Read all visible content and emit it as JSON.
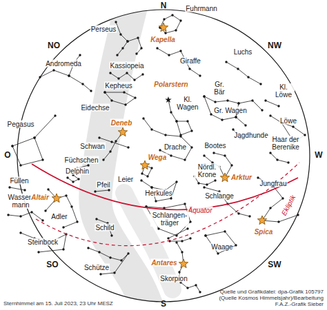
{
  "diagram": {
    "caption": "Sternhimmel am 15. Juli 2023, 23 Uhr MESZ",
    "labels": [
      "N",
      "Fuhrmann",
      "Perseus",
      "Kapella",
      "Giraffe",
      "NO",
      "NW",
      "Luchs",
      "Andromeda",
      "Kassiopeia",
      "Polarstern",
      "Kl. Wagen",
      "Gr. Bär",
      "Kl. Löwe",
      "Kepheus",
      "Eidechse",
      "Gr. Wagen",
      "Löwe",
      "Jagdhunde",
      "Pegasus",
      "Deneb",
      "Schwan",
      "Drache",
      "Bootes",
      "Haar der Berenike",
      "O",
      "W",
      "Füchschen",
      "Wega",
      "Delphin",
      "Leier",
      "Pfeil",
      "Nördl. Krone",
      "Arktur",
      "Füllen",
      "Herkules",
      "Jungfrau",
      "Wasser- mann",
      "Altair",
      "Schlange",
      "Äquator",
      "Ekliptik",
      "Adler",
      "Schlangen- träger",
      "Schild",
      "Spica",
      "Steinbock",
      "SO",
      "SW",
      "Waage",
      "Antares",
      "Schütze",
      "Skorpion",
      "S",
      "Quelle und Grafikdatei: dpa-Grafik 105797",
      "(Quelle Kosmos Himmelsjahr)/Bearbeitung F.A.Z.-Grafik Sieber"
    ]
  }
}
